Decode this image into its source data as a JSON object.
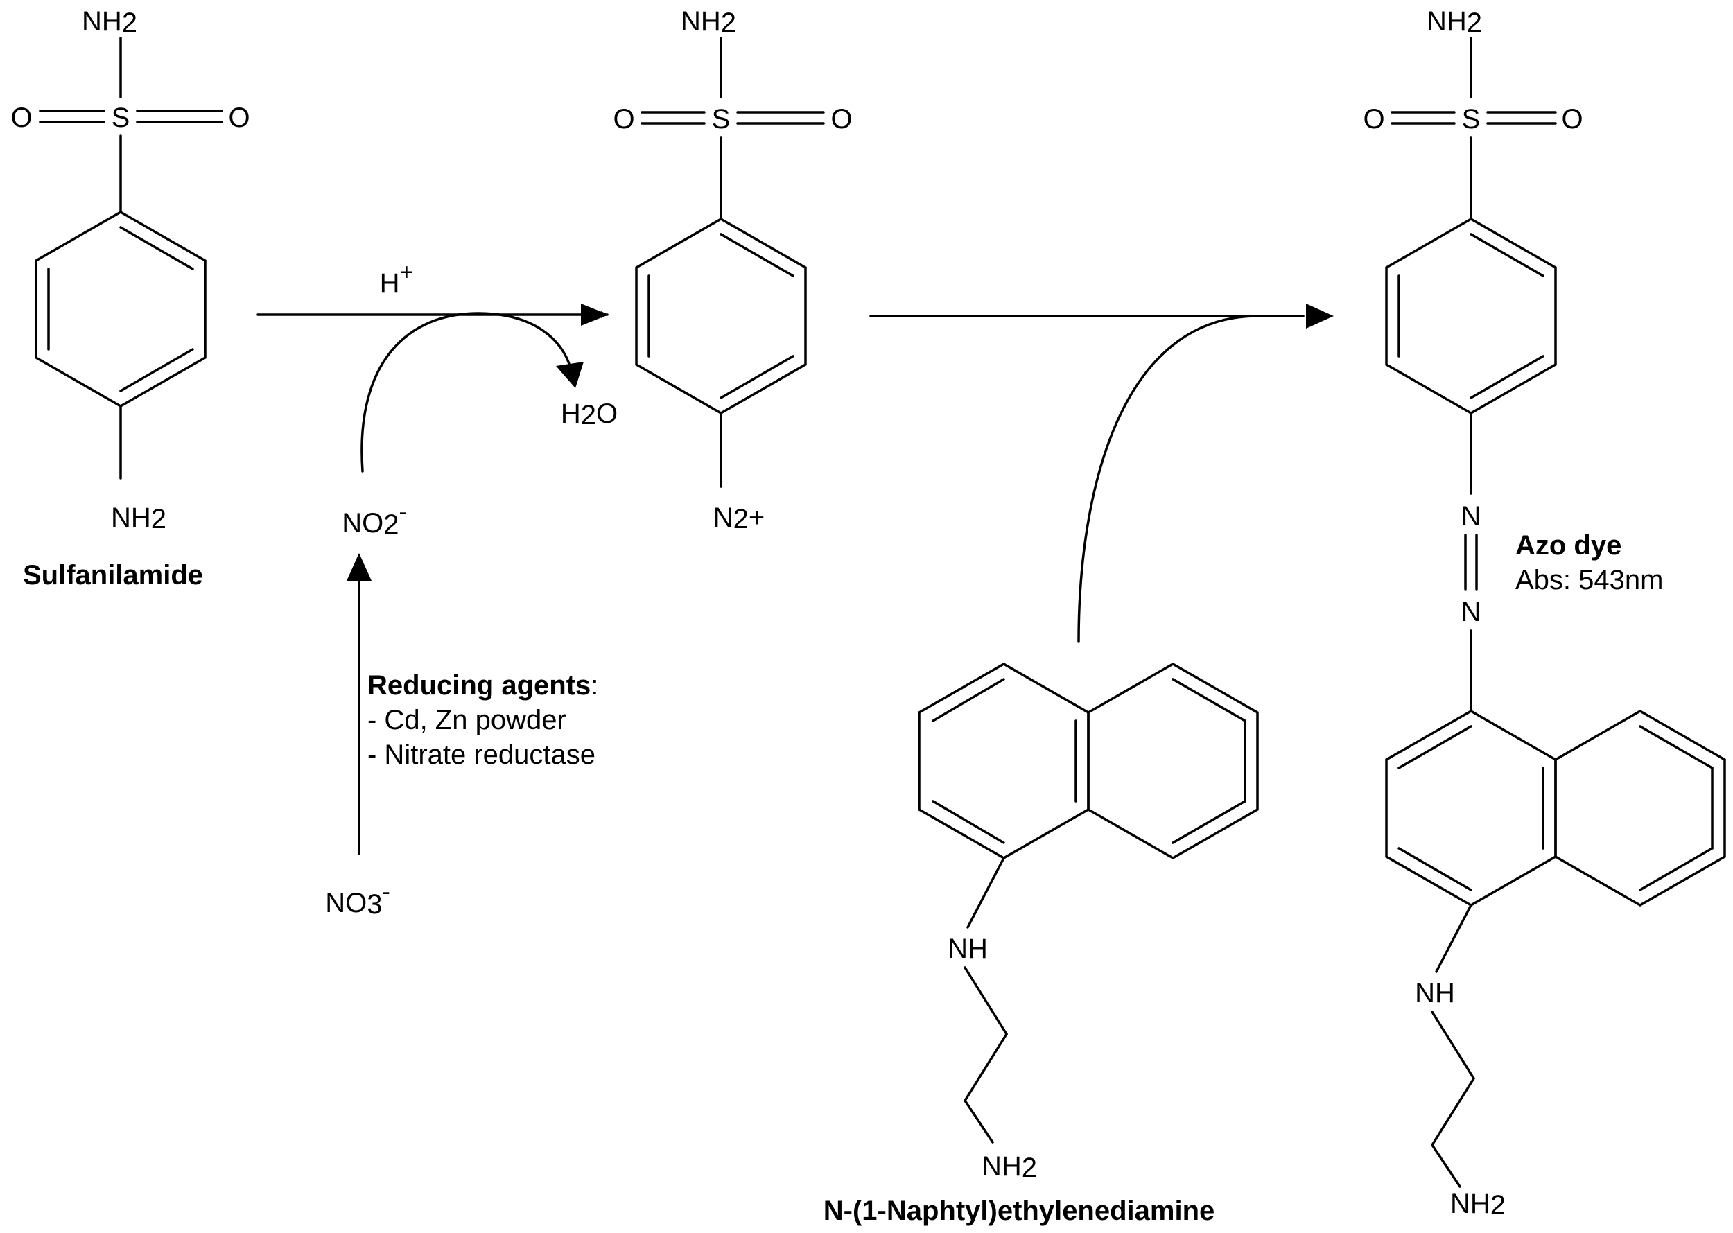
{
  "molecules": {
    "sulfanilamide": {
      "name": "Sulfanilamide",
      "top_group": {
        "main": "NH",
        "sub": "2"
      },
      "sulfur": "S",
      "oxygen_left": "O",
      "oxygen_right": "O",
      "bottom_group": {
        "main": "NH",
        "sub": "2"
      }
    },
    "diazonium": {
      "top_group": {
        "main": "NH",
        "sub": "2"
      },
      "sulfur": "S",
      "oxygen_left": "O",
      "oxygen_right": "O",
      "bottom_group": {
        "main": "N",
        "sub": "2",
        "charge": "+"
      }
    },
    "ned": {
      "name": "N-(1-Naphtyl)ethylenediamine",
      "nh": "NH",
      "nh2": {
        "main": "NH",
        "sub": "2"
      }
    },
    "azo_dye": {
      "name": "Azo dye",
      "abs": "Abs: 543nm",
      "top_group": {
        "main": "NH",
        "sub": "2"
      },
      "sulfur": "S",
      "oxygen_left": "O",
      "oxygen_right": "O",
      "n1": "N",
      "n2": "N",
      "nh": "NH",
      "nh2": {
        "main": "NH",
        "sub": "2"
      }
    }
  },
  "reagents": {
    "acid": {
      "main": "H",
      "sup": "+"
    },
    "water": {
      "pre": "H",
      "sub": "2",
      "post": "O"
    },
    "nitrite": {
      "main": "NO",
      "sub": "2",
      "sup": "-"
    },
    "nitrate": {
      "main": "NO",
      "sub": "3",
      "sup": "-"
    }
  },
  "reducing": {
    "title": "Reducing agents",
    "colon": ":",
    "items": [
      "- Cd, Zn powder",
      "- Nitrate reductase"
    ]
  }
}
